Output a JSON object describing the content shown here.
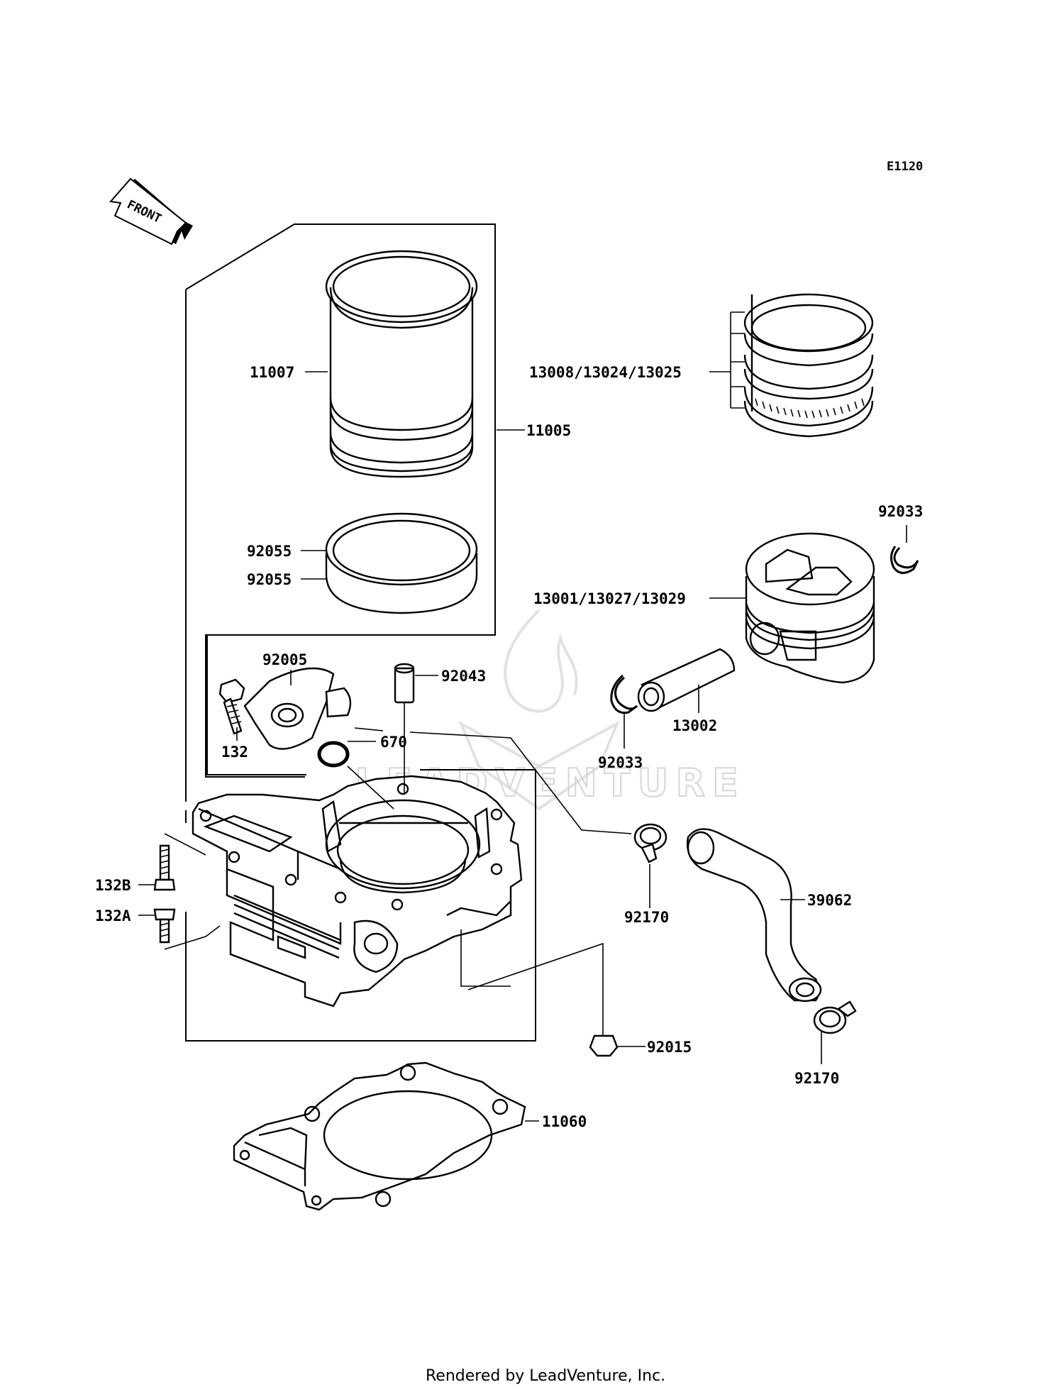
{
  "diagram": {
    "code": "E1120",
    "direction_label": "FRONT",
    "watermark": "LEADVENTURE",
    "footer": "Rendered by LeadVenture, Inc.",
    "labels": {
      "p11007": "11007",
      "p11005": "11005",
      "p92055a": "92055",
      "p92055b": "92055",
      "p92005": "92005",
      "p132": "132",
      "p92043": "92043",
      "p670": "670",
      "p132B": "132B",
      "p132A": "132A",
      "p92015": "92015",
      "p11060": "11060",
      "p13008": "13008/13024/13025",
      "p92033a": "92033",
      "p13001": "13001/13027/13029",
      "p13002": "13002",
      "p92033b": "92033",
      "p92170a": "92170",
      "p39062": "39062",
      "p92170b": "92170"
    }
  }
}
